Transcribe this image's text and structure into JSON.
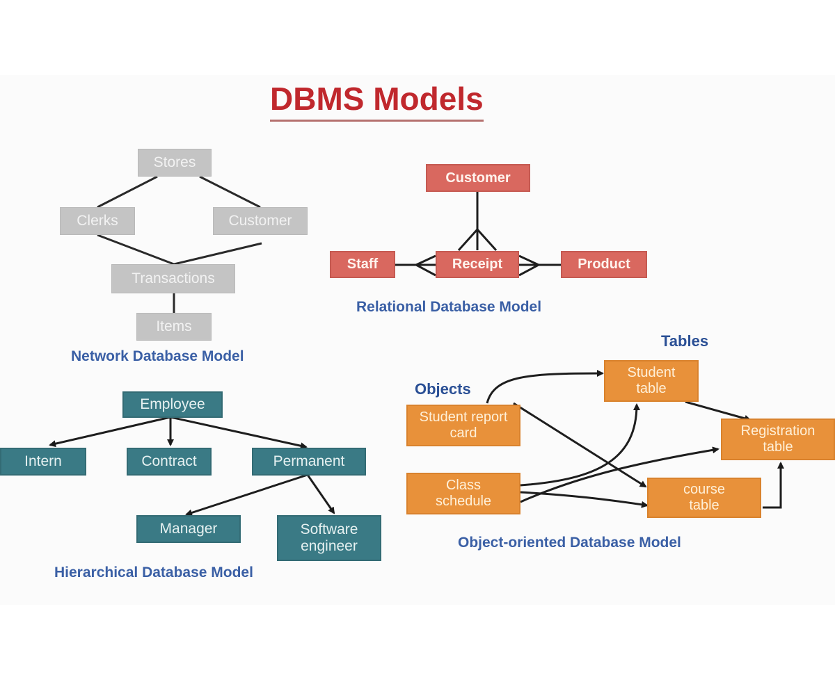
{
  "title": "DBMS Models",
  "colors": {
    "title": "#c0282d",
    "network_node": "#c4c4c4",
    "relational_node": "#d9685f",
    "hierarchical_node": "#3a7a85",
    "object_node": "#e8913a",
    "caption": "#3a5fa5",
    "connector": "#1a1a1a"
  },
  "network_model": {
    "caption": "Network Database Model",
    "nodes": {
      "stores": "Stores",
      "clerks": "Clerks",
      "customer": "Customer",
      "transactions": "Transactions",
      "items": "Items"
    },
    "edges": [
      [
        "Stores",
        "Clerks"
      ],
      [
        "Stores",
        "Customer"
      ],
      [
        "Clerks",
        "Transactions"
      ],
      [
        "Customer",
        "Transactions"
      ],
      [
        "Transactions",
        "Items"
      ]
    ]
  },
  "relational_model": {
    "caption": "Relational Database Model",
    "nodes": {
      "customer": "Customer",
      "staff": "Staff",
      "receipt": "Receipt",
      "product": "Product"
    },
    "edges": [
      {
        "from": "Customer",
        "to": "Receipt",
        "cardinality": "one-to-many"
      },
      {
        "from": "Staff",
        "to": "Receipt",
        "cardinality": "one-to-many"
      },
      {
        "from": "Product",
        "to": "Receipt",
        "cardinality": "one-to-many"
      }
    ]
  },
  "hierarchical_model": {
    "caption": "Hierarchical Database Model",
    "nodes": {
      "employee": "Employee",
      "intern": "Intern",
      "contract": "Contract",
      "permanent": "Permanent",
      "manager": "Manager",
      "software_engineer": "Software engineer"
    },
    "edges": [
      [
        "Employee",
        "Intern"
      ],
      [
        "Employee",
        "Contract"
      ],
      [
        "Employee",
        "Permanent"
      ],
      [
        "Permanent",
        "Manager"
      ],
      [
        "Permanent",
        "Software engineer"
      ]
    ]
  },
  "object_oriented_model": {
    "caption": "Object-oriented Database Model",
    "objects_label": "Objects",
    "tables_label": "Tables",
    "nodes": {
      "student_report_card": "Student report card",
      "class_schedule": "Class schedule",
      "student_table": "Student table",
      "registration_table": "Registration table",
      "course_table": "course table"
    },
    "edges": [
      [
        "Student report card",
        "Student table"
      ],
      [
        "Student report card",
        "course table"
      ],
      [
        "Class schedule",
        "Student table"
      ],
      [
        "Class schedule",
        "Registration table"
      ],
      [
        "Class schedule",
        "course table"
      ],
      [
        "Student table",
        "Registration table"
      ],
      [
        "course table",
        "Registration table"
      ]
    ]
  }
}
